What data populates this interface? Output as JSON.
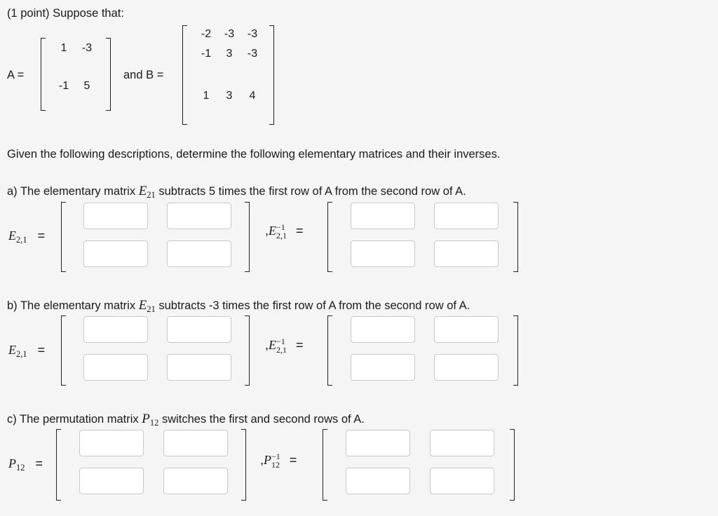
{
  "intro": "(1 point) Suppose that:",
  "matrixA": {
    "label": "A =",
    "rows": [
      [
        "1",
        "-3"
      ],
      [
        "-1",
        "5"
      ]
    ]
  },
  "and_b_label": "and B =",
  "matrixB": {
    "rows": [
      [
        "-2",
        "-3",
        "-3"
      ],
      [
        "-1",
        "3",
        "-3"
      ],
      [
        "1",
        "3",
        "4"
      ]
    ]
  },
  "instructions": "Given the following descriptions, determine the following elementary matrices and their inverses.",
  "parts": [
    {
      "prefix": "a) The elementary matrix ",
      "sym": "E",
      "sym_sub": "21",
      "suffix": " subtracts 5 times the first row of A from the second row of A.",
      "lhs": "E",
      "lhs_sub": "2,1",
      "eq": "=",
      "inv_comma": ",",
      "inv": "E",
      "inv_sub": "2,1",
      "inv_sup": "−1"
    },
    {
      "prefix": "b) The elementary matrix ",
      "sym": "E",
      "sym_sub": "21",
      "suffix": " subtracts -3 times the first row of A from the second row of A.",
      "lhs": "E",
      "lhs_sub": "2,1",
      "eq": "=",
      "inv_comma": ",",
      "inv": "E",
      "inv_sub": "2,1",
      "inv_sup": "−1"
    },
    {
      "prefix": "c) The permutation matrix ",
      "sym": "P",
      "sym_sub": "12",
      "suffix": " switches the first and second rows of A.",
      "lhs": "P",
      "lhs_sub": "12",
      "eq": "=",
      "inv_comma": ",",
      "inv": "P",
      "inv_sub": "12",
      "inv_sup": "−1"
    }
  ]
}
